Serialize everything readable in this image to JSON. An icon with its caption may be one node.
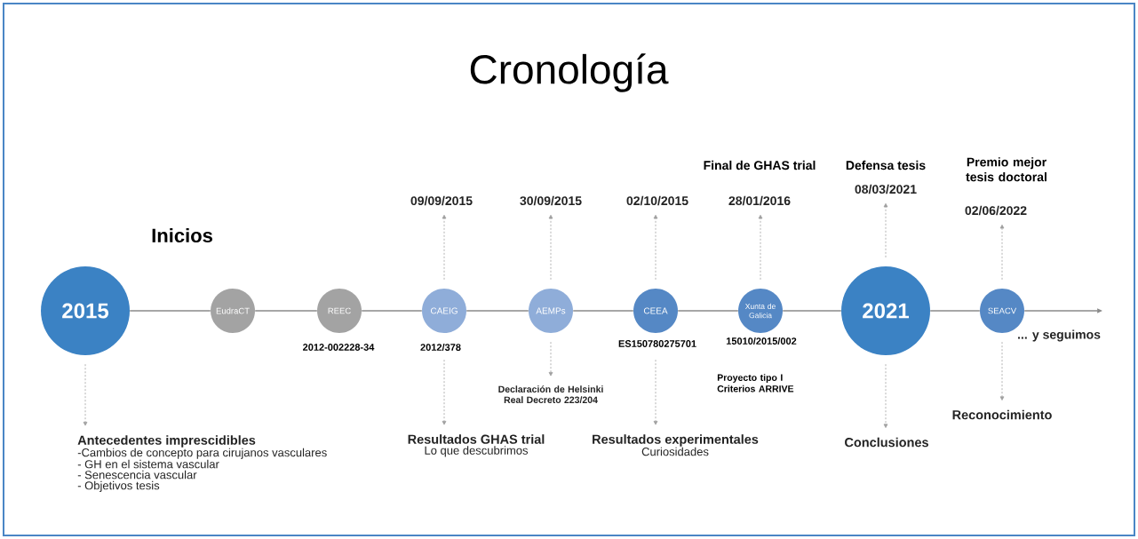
{
  "diagram": {
    "title": "Cronología",
    "nodes": [
      {
        "text": [
          "2015"
        ]
      },
      {
        "text": [
          "EudraCT"
        ]
      },
      {
        "text": [
          "REEC"
        ],
        "beside": [
          "2012-002228-34"
        ]
      },
      {
        "text": [
          "CAEIG"
        ],
        "beside": [
          "2012/378"
        ]
      },
      {
        "text": [
          "AEMPs"
        ]
      },
      {
        "text": [
          "CEEA"
        ],
        "beside": [
          "ES150780275701"
        ]
      },
      {
        "text": [
          "Xunta de Galicia"
        ],
        "beside": [
          "15010/2015/002",
          "Proyecto tipo I Criterios ARRIVE"
        ]
      },
      {
        "text": [
          "2021"
        ]
      },
      {
        "text": [
          "SEACV"
        ]
      },
      {
        "text": [
          "Antecedentes imprescidibles",
          "-Cambios de concepto para cirujanos vasculares",
          "- GH en el sistema vascular",
          "- Senescencia vascular",
          "- Objetivos tesis"
        ]
      },
      {
        "text": [
          "09/09/2015"
        ]
      },
      {
        "text": [
          "Resultados GHAS trial",
          "Lo que descubrimos"
        ]
      },
      {
        "text": [
          "30/09/2015"
        ]
      },
      {
        "text": [
          "Declaración de Helsinki Real Decreto 223/204"
        ]
      },
      {
        "text": [
          "02/10/2015"
        ]
      },
      {
        "text": [
          "Resultados experimentales",
          "Curiosidades"
        ]
      },
      {
        "text": [
          "28/01/2016"
        ],
        "beside": [
          "Final de GHAS trial"
        ]
      },
      {
        "text": [
          "08/03/2021"
        ],
        "beside": [
          "Defensa tesis"
        ]
      },
      {
        "text": [
          "Conclusiones"
        ]
      },
      {
        "text": [
          "02/06/2022"
        ],
        "beside": [
          "Premio mejor tesis doctoral"
        ]
      },
      {
        "text": [
          "Reconocimiento"
        ]
      },
      {
        "text": [
          "... y seguimos"
        ]
      }
    ],
    "edges": [
      {
        "from": 0,
        "to": 1,
        "arrow": "none"
      },
      {
        "from": 1,
        "to": 2,
        "arrow": "none"
      },
      {
        "from": 2,
        "to": 3,
        "arrow": "none"
      },
      {
        "from": 3,
        "to": 4,
        "arrow": "none"
      },
      {
        "from": 4,
        "to": 5,
        "arrow": "none"
      },
      {
        "from": 5,
        "to": 6,
        "arrow": "none"
      },
      {
        "from": 6,
        "to": 7,
        "arrow": "none"
      },
      {
        "from": 7,
        "to": 8,
        "arrow": "none"
      },
      {
        "from": 8,
        "to": 21,
        "arrow": "to"
      },
      {
        "from": 0,
        "to": 9,
        "arrow": "to",
        "style": "dashed"
      },
      {
        "from": 3,
        "to": 10,
        "arrow": "to",
        "style": "dashed"
      },
      {
        "from": 3,
        "to": 11,
        "arrow": "to",
        "style": "dashed"
      },
      {
        "from": 4,
        "to": 12,
        "arrow": "to",
        "style": "dashed"
      },
      {
        "from": 4,
        "to": 13,
        "arrow": "to",
        "style": "dashed"
      },
      {
        "from": 5,
        "to": 14,
        "arrow": "to",
        "style": "dashed"
      },
      {
        "from": 5,
        "to": 15,
        "arrow": "to",
        "style": "dashed"
      },
      {
        "from": 6,
        "to": 16,
        "arrow": "to",
        "style": "dashed"
      },
      {
        "from": 7,
        "to": 17,
        "arrow": "to",
        "style": "dashed"
      },
      {
        "from": 7,
        "to": 18,
        "arrow": "to",
        "style": "dashed"
      },
      {
        "from": 8,
        "to": 19,
        "arrow": "to",
        "style": "dashed"
      },
      {
        "from": 8,
        "to": 20,
        "arrow": "to",
        "style": "dashed"
      }
    ],
    "labels": [
      "Inicios"
    ]
  }
}
